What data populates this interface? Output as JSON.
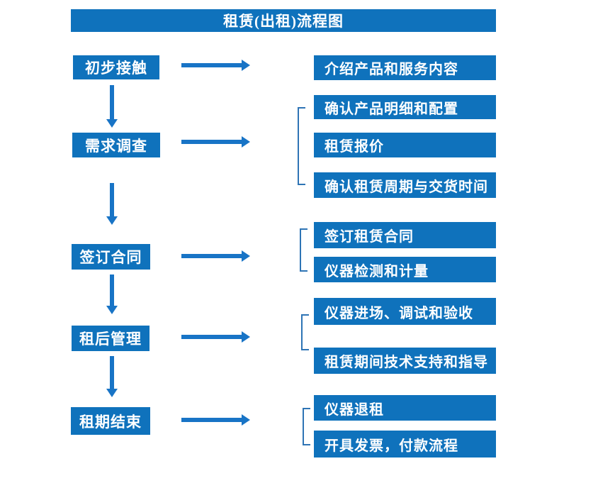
{
  "title": "租赁(出租)流程图",
  "colors": {
    "box-blue": "#0F72BC",
    "arrow-blue": "#1874C6",
    "bracket-blue": "#2E74B5",
    "text-white": "#FFFFFF"
  },
  "stages": [
    {
      "label": "初步接触",
      "outputs": [
        "介绍产品和服务内容"
      ]
    },
    {
      "label": "需求调查",
      "outputs": [
        "确认产品明细和配置",
        "租赁报价",
        "确认租赁周期与交货时间"
      ]
    },
    {
      "label": "签订合同",
      "outputs": [
        "签订租赁合同",
        "仪器检测和计量"
      ]
    },
    {
      "label": "租后管理",
      "outputs": [
        "仪器进场、调试和验收",
        "租赁期间技术支持和指导"
      ]
    },
    {
      "label": "租期结束",
      "outputs": [
        "仪器退租",
        "开具发票，付款流程"
      ]
    }
  ]
}
